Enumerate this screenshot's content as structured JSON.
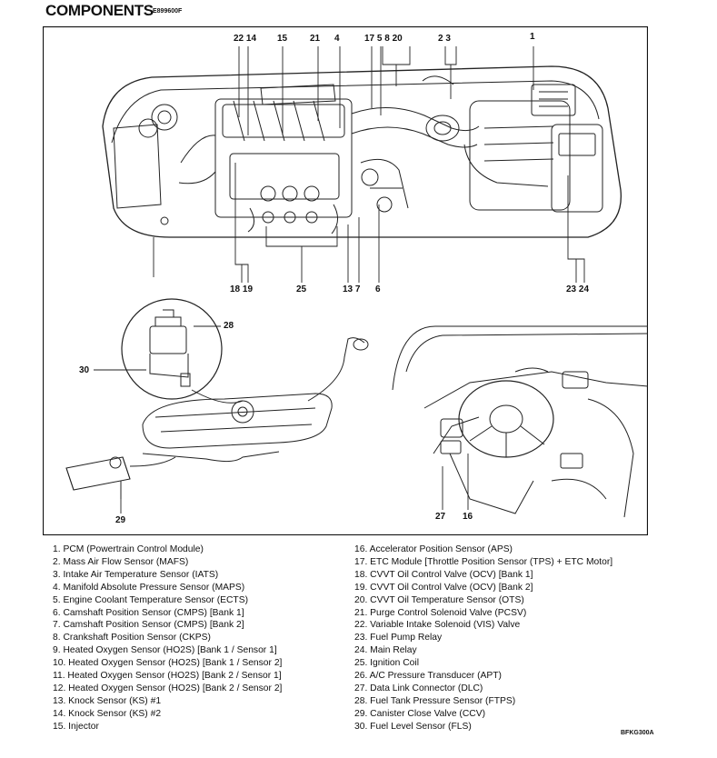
{
  "header": {
    "title": "COMPONENTS",
    "code": "E899600F"
  },
  "callouts": {
    "c22_14": "22 14",
    "c15": "15",
    "c21": "21",
    "c4": "4",
    "c17_5_8_20": "17 5  8 20",
    "c2_3": "2  3",
    "c1": "1",
    "c18_19": "18 19",
    "c25": "25",
    "c13_7": "13 7",
    "c6": "6",
    "c23_24": "23 24",
    "c28": "28",
    "c30": "30",
    "c29": "29",
    "c27": "27",
    "c16": "16"
  },
  "legend_left": [
    "1. PCM (Powertrain Control Module)",
    "2. Mass Air Flow Sensor (MAFS)",
    "3. Intake Air Temperature Sensor (IATS)",
    "4. Manifold Absolute Pressure Sensor (MAPS)",
    "5. Engine Coolant Temperature Sensor (ECTS)",
    "6. Camshaft Position Sensor (CMPS) [Bank 1]",
    "7. Camshaft Position Sensor (CMPS) [Bank 2]",
    "8. Crankshaft Position Sensor (CKPS)",
    "9. Heated Oxygen Sensor (HO2S) [Bank 1 / Sensor 1]",
    "10. Heated Oxygen Sensor (HO2S) [Bank 1 / Sensor 2]",
    "11. Heated Oxygen Sensor (HO2S) [Bank 2 / Sensor 1]",
    "12. Heated Oxygen Sensor (HO2S) [Bank 2 / Sensor 2]",
    "13. Knock Sensor (KS) #1",
    "14. Knock Sensor (KS) #2",
    "15. Injector"
  ],
  "legend_right": [
    "16. Accelerator Position Sensor (APS)",
    "17. ETC Module [Throttle Position Sensor (TPS) + ETC Motor]",
    "18. CVVT Oil Control Valve (OCV) [Bank 1]",
    "19. CVVT Oil Control Valve (OCV) [Bank 2]",
    "20. CVVT Oil Temperature Sensor (OTS)",
    "21. Purge Control Solenoid Valve (PCSV)",
    "22. Variable Intake Solenoid (VIS) Valve",
    "23. Fuel Pump Relay",
    "24. Main Relay",
    "25. Ignition Coil",
    "26. A/C Pressure Transducer (APT)",
    "27. Data Link Connector (DLC)",
    "28. Fuel Tank Pressure Sensor (FTPS)",
    "29. Canister Close Valve (CCV)",
    "30. Fuel Level Sensor (FLS)"
  ],
  "footer": {
    "code": "BFKG300A"
  }
}
